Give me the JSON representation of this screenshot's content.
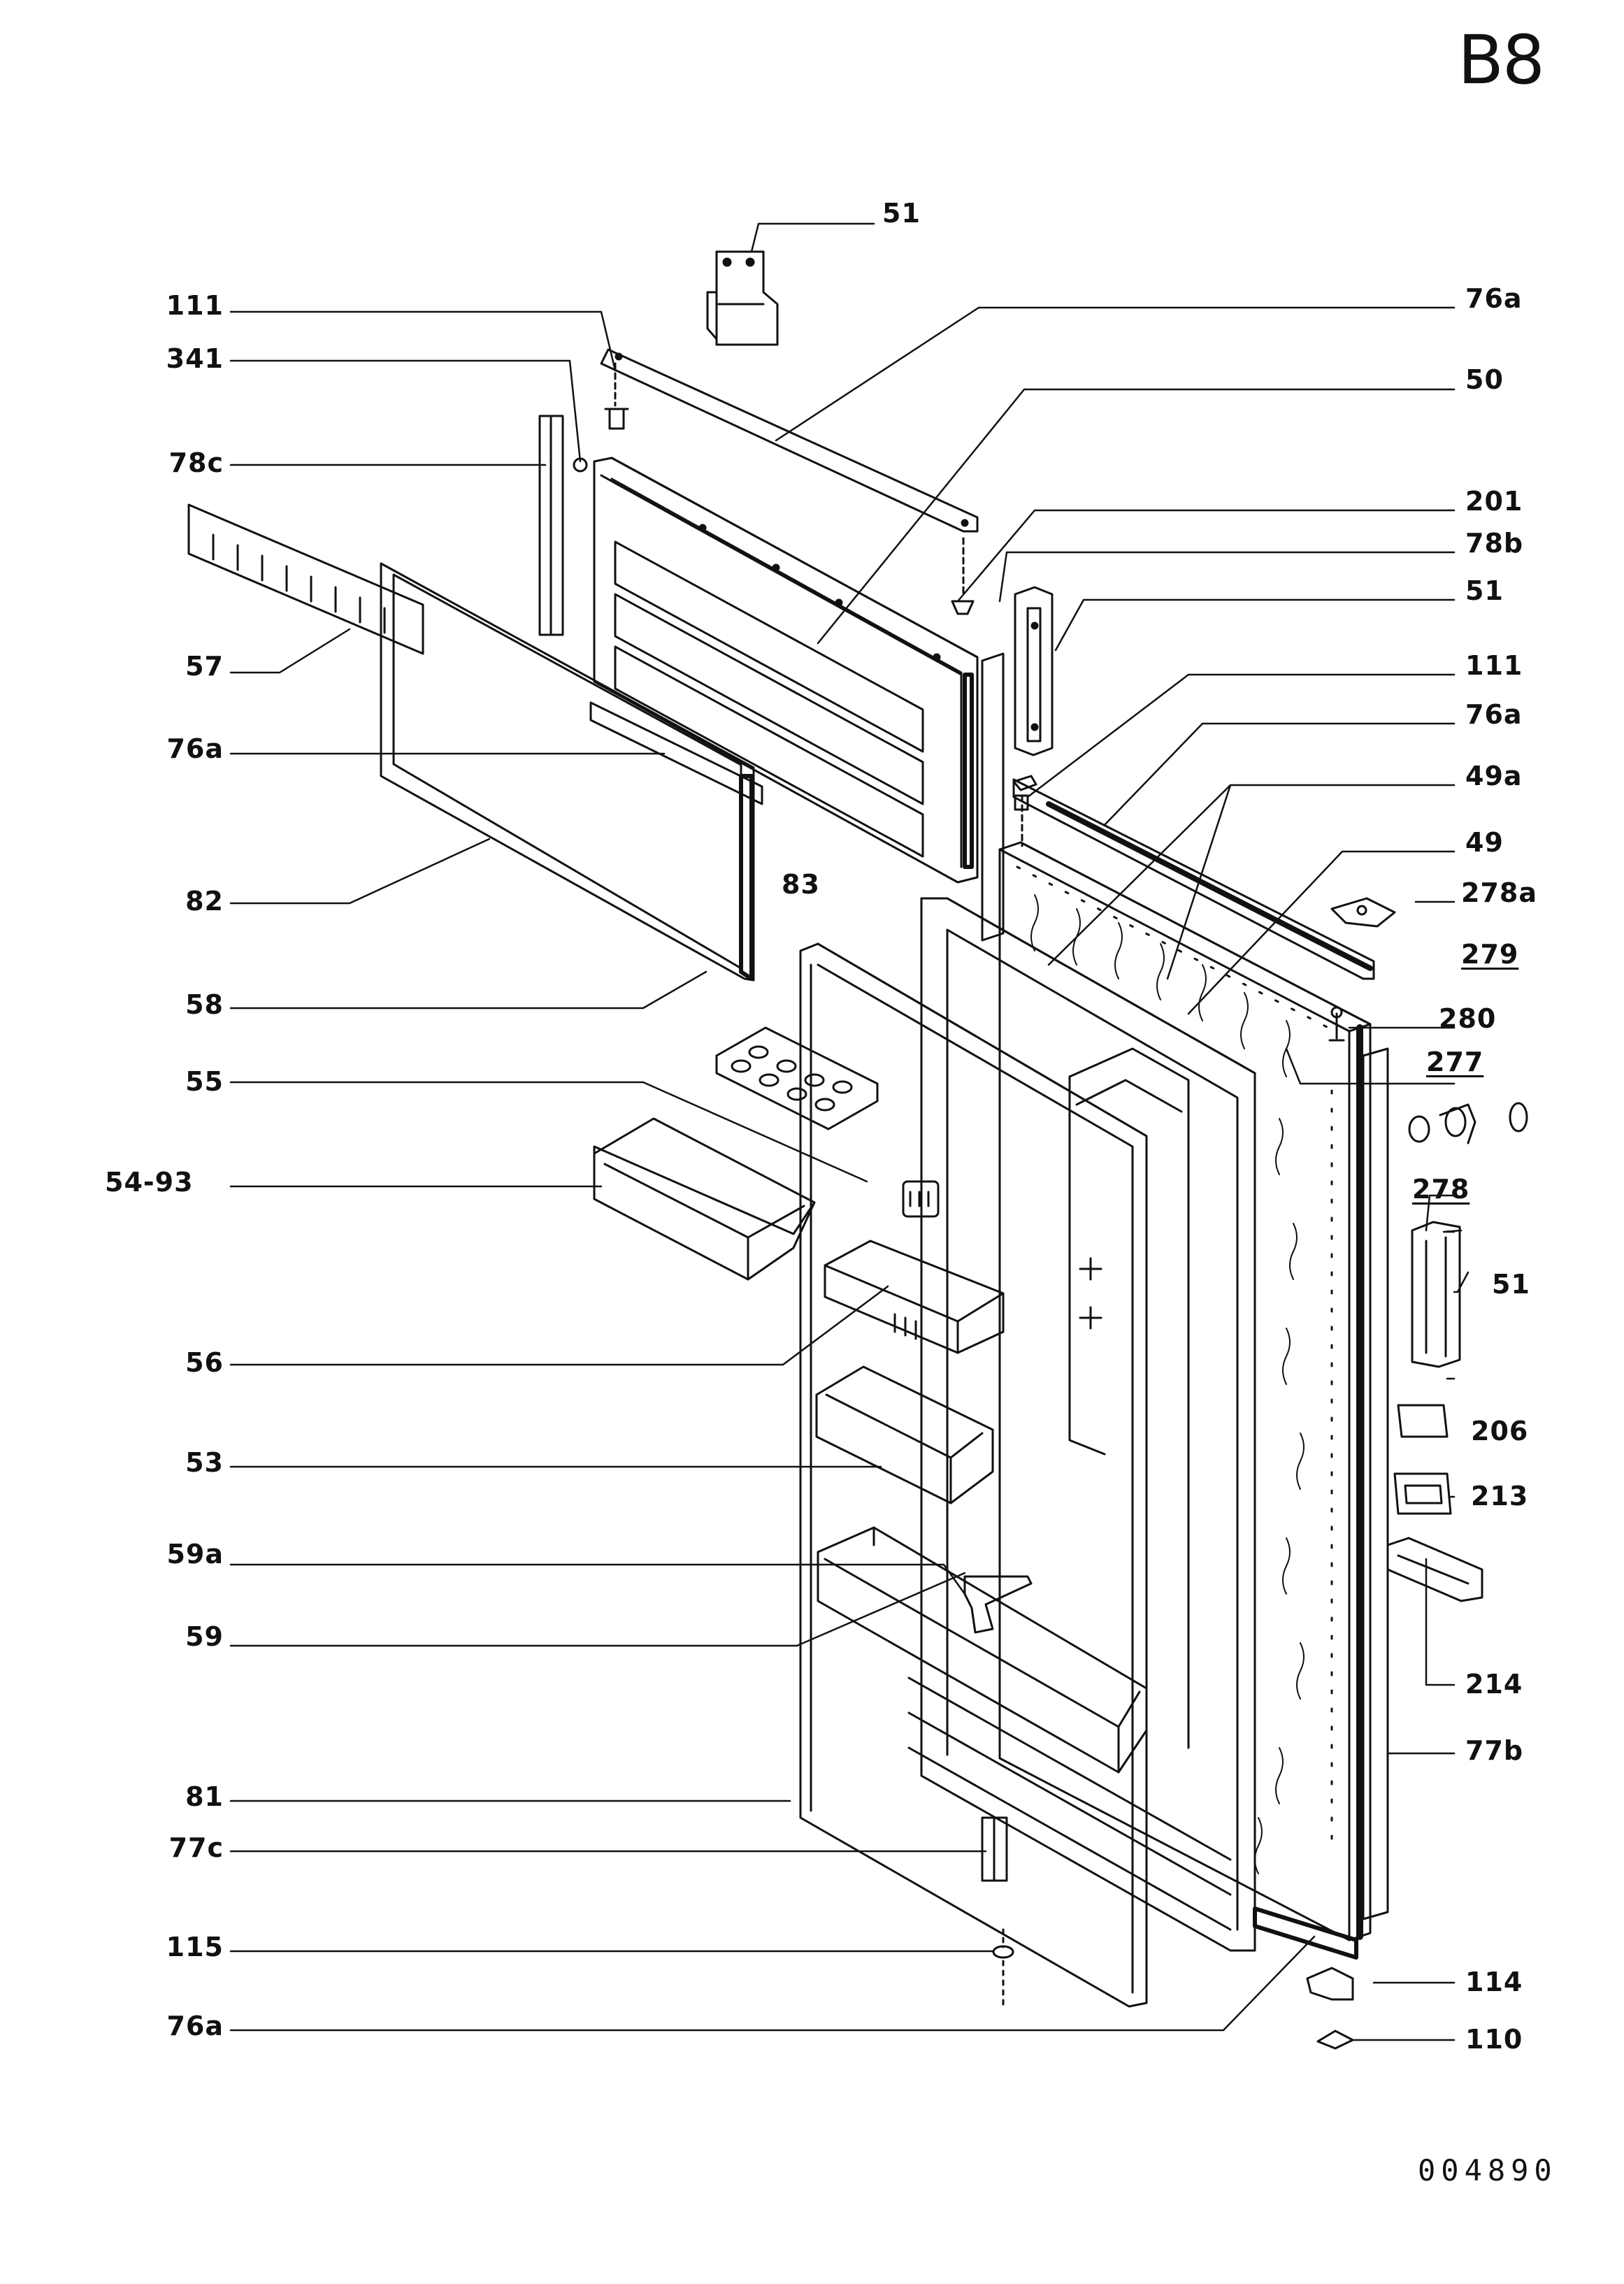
{
  "page_code": "B8",
  "drawing_number": "004890",
  "labels": {
    "l51_top": "51",
    "l76a_top": "76a",
    "l50": "50",
    "l201": "201",
    "l78b": "78b",
    "l51_mid": "51",
    "l111_right": "111",
    "l76a_right": "76a",
    "l49a": "49a",
    "l49": "49",
    "l278a": "278a",
    "l279": "279",
    "l280": "280",
    "l277": "277",
    "l278": "278",
    "l51_right": "51",
    "l206": "206",
    "l213": "213",
    "l214": "214",
    "l77b": "77b",
    "l114": "114",
    "l110": "110",
    "l111_left": "111",
    "l341": "341",
    "l78c": "78c",
    "l57": "57",
    "l76a_left": "76a",
    "l82": "82",
    "l83": "83",
    "l58": "58",
    "l55": "55",
    "l54_93": "54-93",
    "l56": "56",
    "l53": "53",
    "l59a": "59a",
    "l59": "59",
    "l81": "81",
    "l77c": "77c",
    "l115": "115",
    "l76a_bottom": "76a"
  }
}
